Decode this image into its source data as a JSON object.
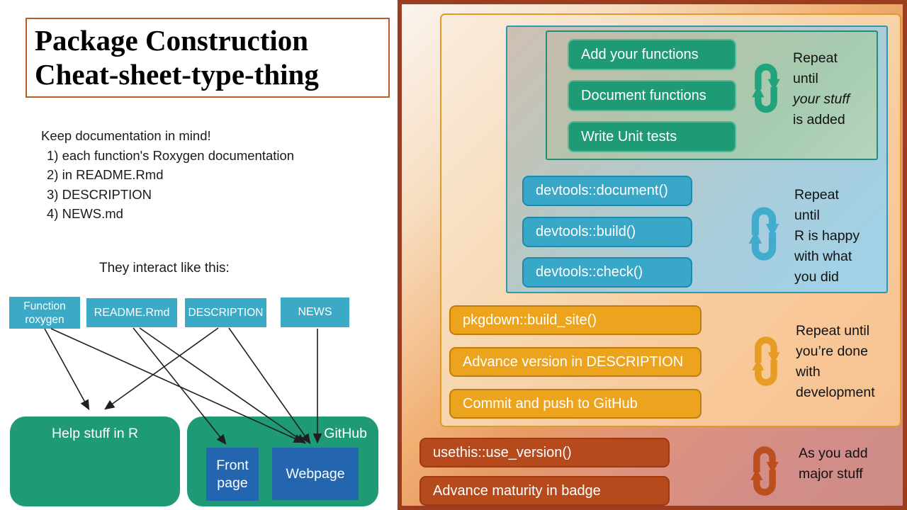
{
  "slide": {
    "title_line1": "Package Construction",
    "title_line2": "Cheat-sheet-type-thing"
  },
  "notes": {
    "heading": "Keep documentation in mind!",
    "items": [
      "1) each function's Roxygen documentation",
      "2) in README.Rmd",
      "3) DESCRIPTION",
      "4) NEWS.md"
    ]
  },
  "diagram": {
    "caption": "They interact like this:",
    "sources": [
      "Function roxygen",
      "README.Rmd",
      "DESCRIPTION",
      "NEWS"
    ],
    "targets": {
      "help": "Help stuff in R",
      "github": "GitHub",
      "front_page": "Front page",
      "webpage": "Webpage"
    }
  },
  "workflow": {
    "stages": [
      {
        "id": "develop",
        "buttons": [
          "Add your functions",
          "Document functions",
          "Write Unit tests"
        ],
        "note": [
          "Repeat",
          "until",
          "your stuff",
          "is added"
        ]
      },
      {
        "id": "devtools",
        "buttons": [
          "devtools::document()",
          "devtools::build()",
          "devtools::check()"
        ],
        "note": [
          "Repeat",
          "until",
          "R is happy",
          "with what",
          "you did"
        ]
      },
      {
        "id": "publish",
        "buttons": [
          "pkgdown::build_site()",
          "Advance version in DESCRIPTION",
          "Commit and push to GitHub"
        ],
        "note": [
          "Repeat until",
          "you’re done",
          "with",
          "development"
        ]
      },
      {
        "id": "version",
        "buttons": [
          "usethis::use_version()",
          "Advance maturity in badge"
        ],
        "note": [
          "As you add",
          "major stuff"
        ]
      }
    ]
  },
  "colors": {
    "teal_box": "#3baac7",
    "emerald": "#1e9b76",
    "royal_blue": "#2365ae",
    "devtools_blue": "#38a7c8",
    "orange": "#eca41e",
    "dark_red": "#b64a1c",
    "frame": "#9c3d20",
    "title_border": "#b95c28"
  }
}
